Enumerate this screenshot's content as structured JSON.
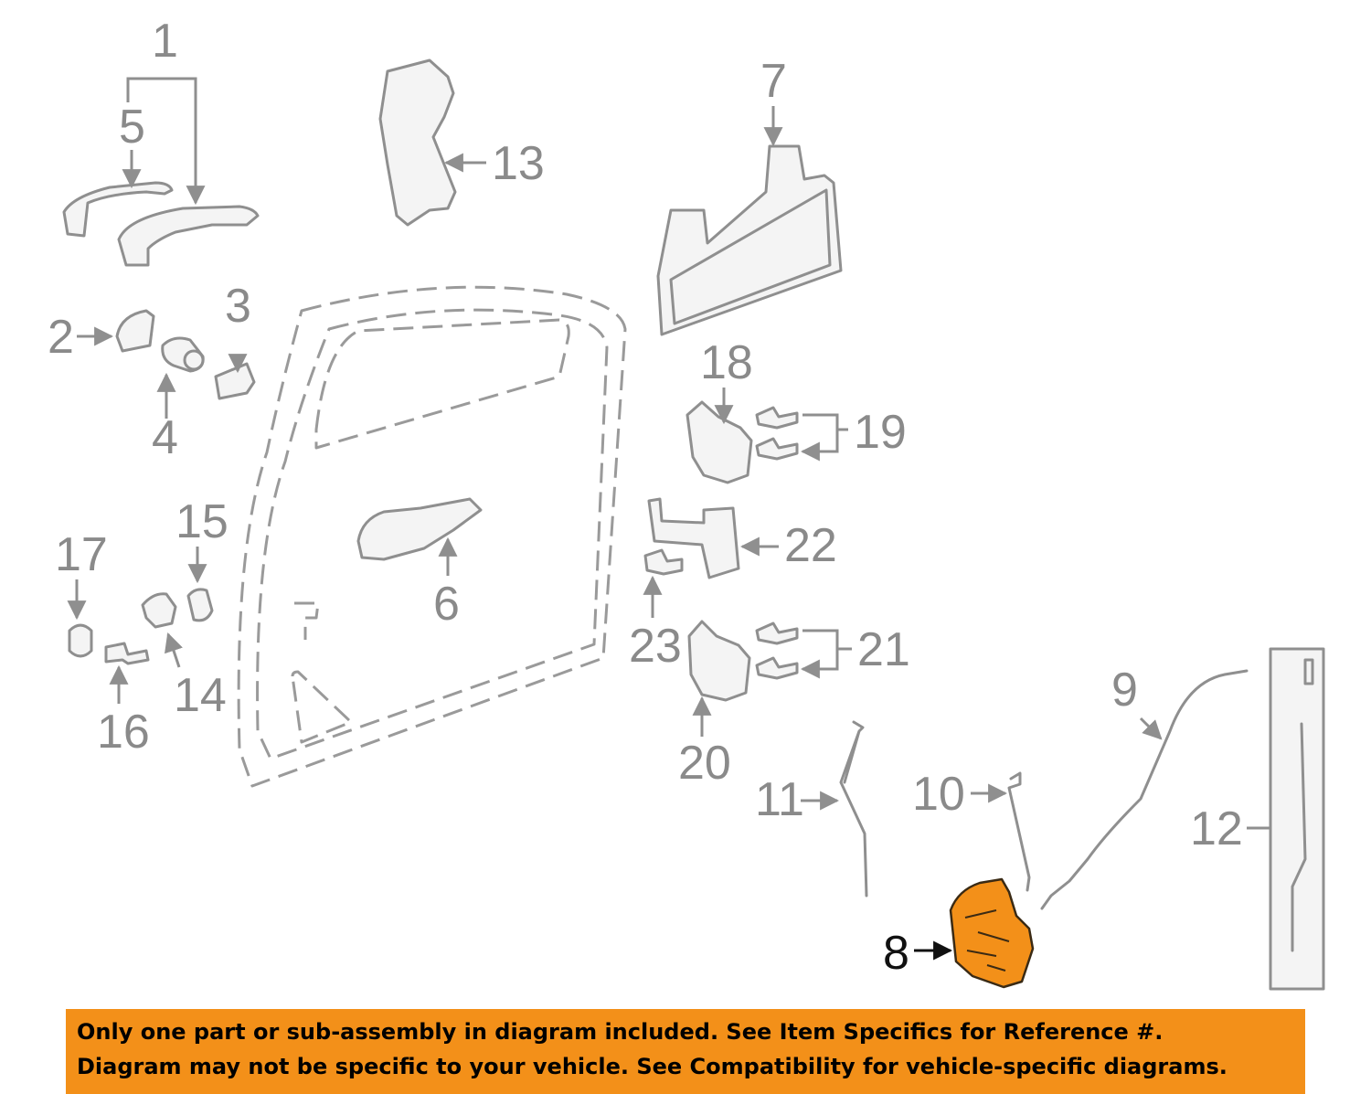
{
  "diagram": {
    "callouts": [
      "1",
      "2",
      "3",
      "4",
      "5",
      "6",
      "7",
      "8",
      "9",
      "10",
      "11",
      "12",
      "13",
      "14",
      "15",
      "16",
      "17",
      "18",
      "19",
      "20",
      "21",
      "22",
      "23"
    ],
    "highlight_color": "#f39019",
    "highlighted_part": "8"
  },
  "notice": {
    "line1": "Only one part or sub-assembly in diagram included. See Item Specifics for Reference #.",
    "line2": "Diagram may not be specific to your vehicle. See Compatibility for vehicle-specific diagrams.",
    "background": "#f39019"
  }
}
